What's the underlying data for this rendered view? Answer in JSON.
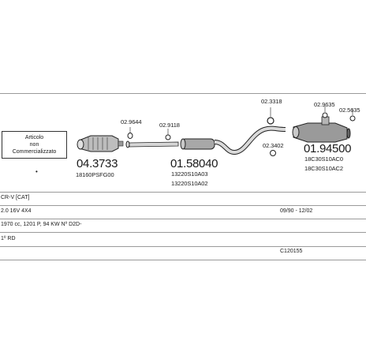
{
  "note": {
    "line1": "Articolo",
    "line2": "non",
    "line3": "Commercializzato",
    "bullet": "•"
  },
  "parts": {
    "cat_main": "04.3733",
    "cat_sub": "18160PSFG00",
    "clamp1": "02.9644",
    "clamp2": "02.9118",
    "pipe_main": "01.58040",
    "pipe_sub1": "13220S10A03",
    "pipe_sub2": "13220S10A02",
    "hanger1": "02.3318",
    "gasket": "02.3402",
    "muffler_main": "01.94500",
    "muffler_sub1": "18C30S10AC0",
    "muffler_sub2": "18C30S10AC2",
    "clamp3": "02.9635",
    "clamp4": "02.5635"
  },
  "vehicle": {
    "model": "CR-V [CAT]",
    "engine": "2.0 16V 4X4",
    "dates": "09/90 - 12/02",
    "spec": "1970 cc, 1201 P, 94 KW Nº D2D-",
    "region": "1º RD",
    "code": "C120155"
  }
}
